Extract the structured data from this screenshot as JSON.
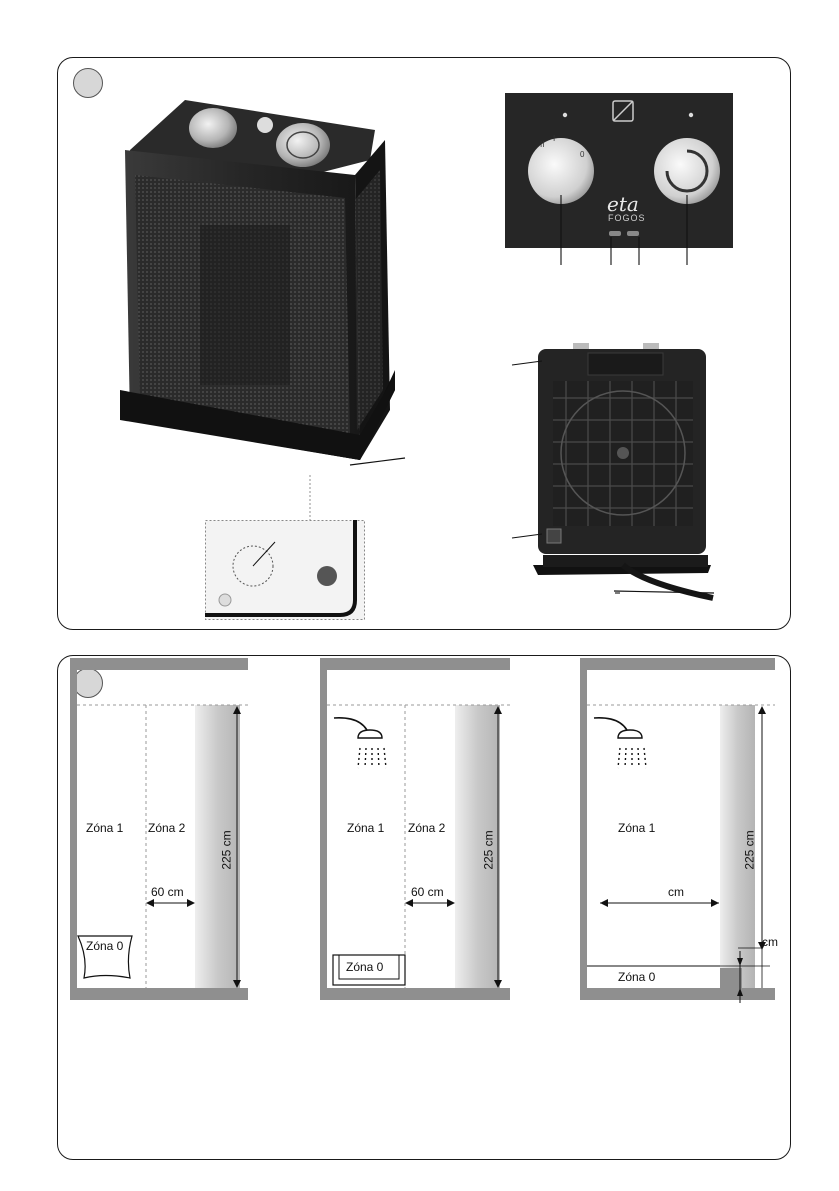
{
  "panel_a": {
    "brand": "eta",
    "model": "FOGOS",
    "front_dial_marks": [
      "II",
      "I",
      "0"
    ]
  },
  "panel_b": {
    "diagrams": [
      {
        "zone1": "Zóna 1",
        "zone2": "Zóna 2",
        "zone0": "Zóna 0",
        "height": "225 cm",
        "width": "60 cm"
      },
      {
        "zone1": "Zóna 1",
        "zone2": "Zóna 2",
        "zone0": "Zóna 0",
        "height": "225 cm",
        "width": "60 cm"
      },
      {
        "zone1": "Zóna 1",
        "zone0": "Zóna 0",
        "height": "225 cm",
        "width": "cm",
        "small": "cm"
      }
    ]
  }
}
